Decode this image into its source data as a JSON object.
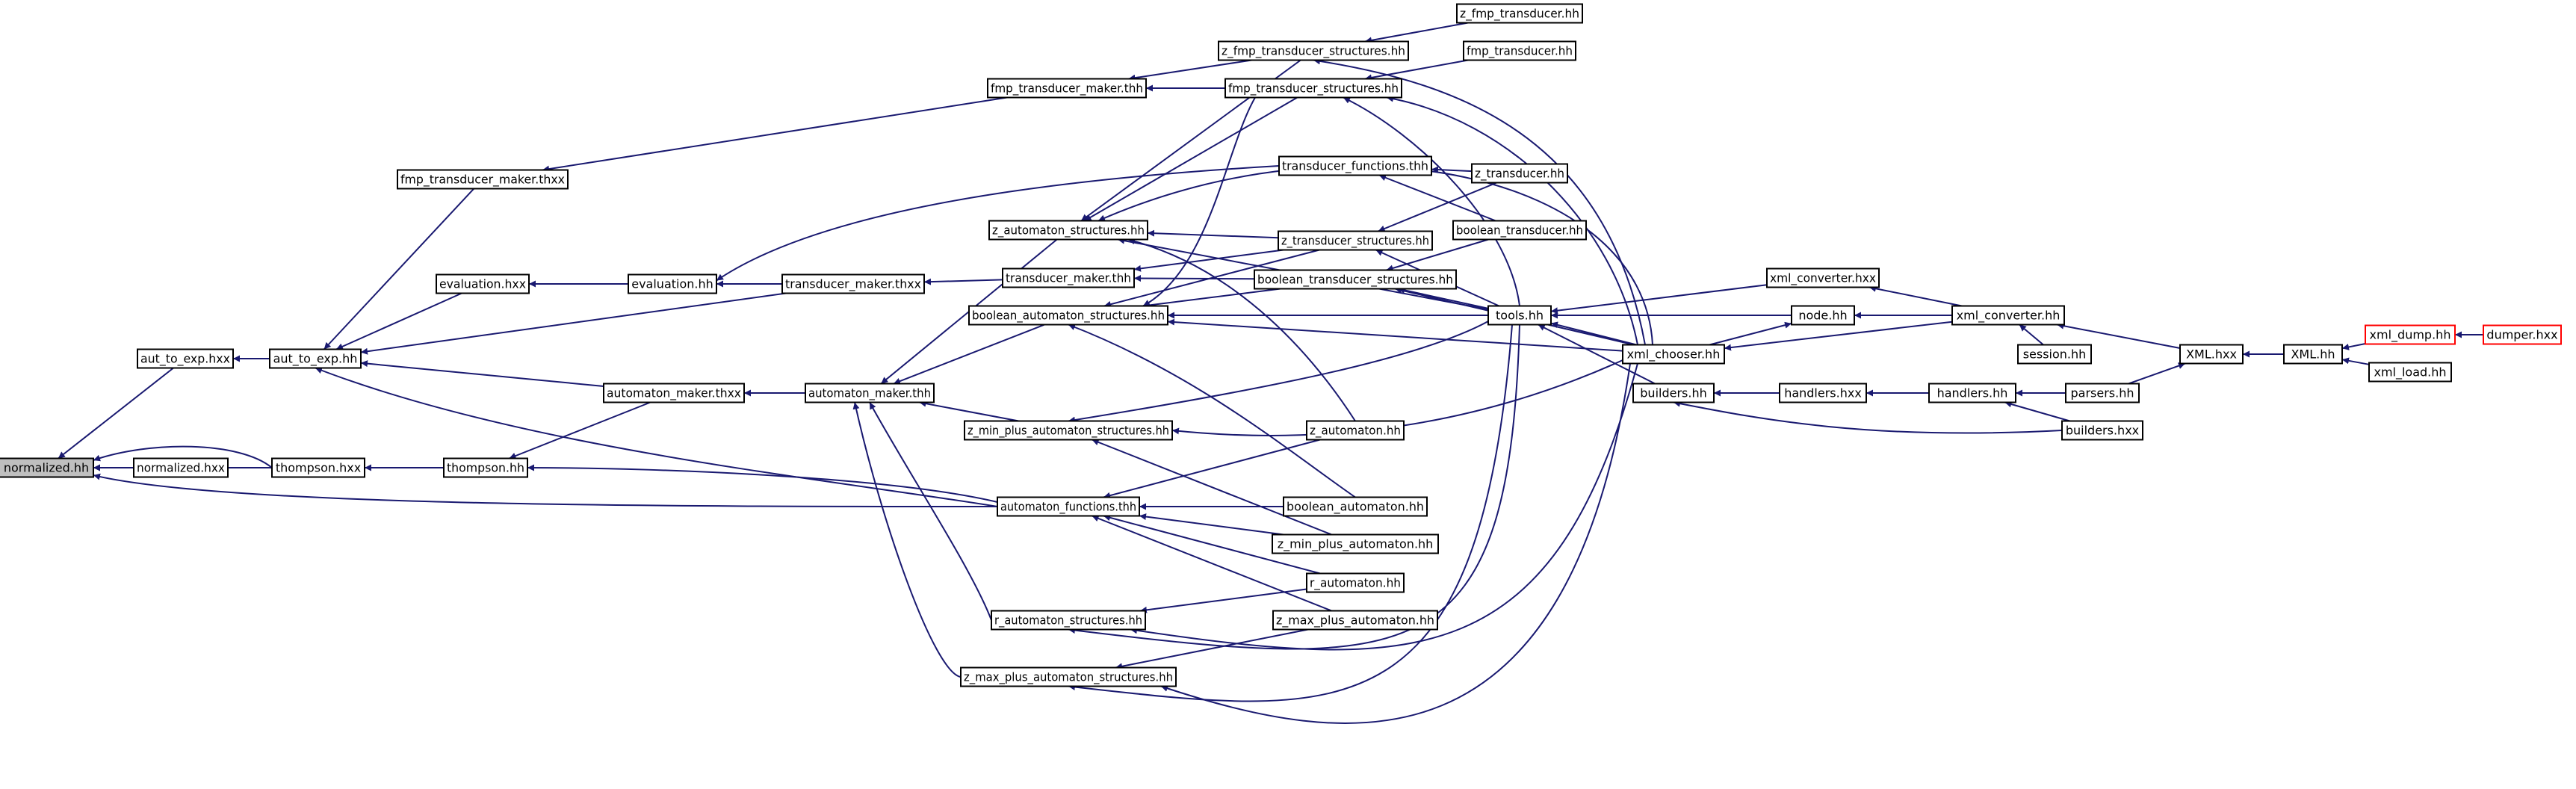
{
  "diagram": {
    "type": "include-dependency-graph",
    "colors": {
      "edge": "#191970",
      "node_border": "#000000",
      "current_node_fill": "#bfbfbf",
      "external_border": "#ff0000"
    },
    "nodes": [
      {
        "id": "normalized_hh",
        "label": "normalized.hh",
        "style": "current"
      },
      {
        "id": "normalized_hxx",
        "label": "normalized.hxx"
      },
      {
        "id": "aut_to_exp_hxx",
        "label": "aut_to_exp.hxx"
      },
      {
        "id": "aut_to_exp_hh",
        "label": "aut_to_exp.hh"
      },
      {
        "id": "thompson_hxx",
        "label": "thompson.hxx"
      },
      {
        "id": "thompson_hh",
        "label": "thompson.hh"
      },
      {
        "id": "fmp_transducer_maker_thxx",
        "label": "fmp_transducer_maker.thxx"
      },
      {
        "id": "evaluation_hxx",
        "label": "evaluation.hxx"
      },
      {
        "id": "evaluation_hh",
        "label": "evaluation.hh"
      },
      {
        "id": "transducer_maker_thxx",
        "label": "transducer_maker.thxx"
      },
      {
        "id": "automaton_maker_thxx",
        "label": "automaton_maker.thxx"
      },
      {
        "id": "automaton_maker_thh",
        "label": "automaton_maker.thh"
      },
      {
        "id": "fmp_transducer_maker_thh",
        "label": "fmp_transducer_maker.thh"
      },
      {
        "id": "z_fmp_transducer_structures_hh",
        "label": "z_fmp_transducer_structures.hh"
      },
      {
        "id": "fmp_transducer_structures_hh",
        "label": "fmp_transducer_structures.hh"
      },
      {
        "id": "z_fmp_transducer_hh",
        "label": "z_fmp_transducer.hh"
      },
      {
        "id": "fmp_transducer_hh",
        "label": "fmp_transducer.hh"
      },
      {
        "id": "transducer_functions_thh",
        "label": "transducer_functions.thh"
      },
      {
        "id": "z_transducer_hh",
        "label": "z_transducer.hh"
      },
      {
        "id": "z_automaton_structures_hh",
        "label": "z_automaton_structures.hh"
      },
      {
        "id": "boolean_transducer_hh",
        "label": "boolean_transducer.hh"
      },
      {
        "id": "z_transducer_structures_hh",
        "label": "z_transducer_structures.hh"
      },
      {
        "id": "transducer_maker_thh",
        "label": "transducer_maker.thh"
      },
      {
        "id": "boolean_transducer_structures_hh",
        "label": "boolean_transducer_structures.hh"
      },
      {
        "id": "boolean_automaton_structures_hh",
        "label": "boolean_automaton_structures.hh"
      },
      {
        "id": "tools_hh",
        "label": "tools.hh"
      },
      {
        "id": "xml_converter_hxx",
        "label": "xml_converter.hxx"
      },
      {
        "id": "node_hh",
        "label": "node.hh"
      },
      {
        "id": "xml_converter_hh",
        "label": "xml_converter.hh"
      },
      {
        "id": "xml_chooser_hh",
        "label": "xml_chooser.hh"
      },
      {
        "id": "session_hh",
        "label": "session.hh"
      },
      {
        "id": "XML_hxx",
        "label": "XML.hxx"
      },
      {
        "id": "XML_hh",
        "label": "XML.hh"
      },
      {
        "id": "xml_dump_hh",
        "label": "xml_dump.hh",
        "style": "external"
      },
      {
        "id": "dumper_hxx",
        "label": "dumper.hxx",
        "style": "external"
      },
      {
        "id": "xml_load_hh",
        "label": "xml_load.hh"
      },
      {
        "id": "builders_hh",
        "label": "builders.hh"
      },
      {
        "id": "handlers_hxx",
        "label": "handlers.hxx"
      },
      {
        "id": "handlers_hh",
        "label": "handlers.hh"
      },
      {
        "id": "parsers_hh",
        "label": "parsers.hh"
      },
      {
        "id": "builders_hxx",
        "label": "builders.hxx"
      },
      {
        "id": "z_min_plus_automaton_structures_hh",
        "label": "z_min_plus_automaton_structures.hh"
      },
      {
        "id": "z_automaton_hh",
        "label": "z_automaton.hh"
      },
      {
        "id": "automaton_functions_thh",
        "label": "automaton_functions.thh"
      },
      {
        "id": "boolean_automaton_hh",
        "label": "boolean_automaton.hh"
      },
      {
        "id": "z_min_plus_automaton_hh",
        "label": "z_min_plus_automaton.hh"
      },
      {
        "id": "r_automaton_hh",
        "label": "r_automaton.hh"
      },
      {
        "id": "r_automaton_structures_hh",
        "label": "r_automaton_structures.hh"
      },
      {
        "id": "z_max_plus_automaton_hh",
        "label": "z_max_plus_automaton.hh"
      },
      {
        "id": "z_max_plus_automaton_structures_hh",
        "label": "z_max_plus_automaton_structures.hh"
      }
    ],
    "edges": [
      [
        "aut_to_exp_hxx",
        "normalized_hh"
      ],
      [
        "normalized_hxx",
        "normalized_hh"
      ],
      [
        "thompson_hxx",
        "normalized_hh"
      ],
      [
        "thompson_hh",
        "normalized_hh"
      ],
      [
        "automaton_functions_thh",
        "normalized_hh"
      ],
      [
        "aut_to_exp_hh",
        "aut_to_exp_hxx"
      ],
      [
        "thompson_hh",
        "thompson_hxx"
      ],
      [
        "fmp_transducer_maker_thxx",
        "aut_to_exp_hh"
      ],
      [
        "evaluation_hxx",
        "aut_to_exp_hh"
      ],
      [
        "transducer_maker_thxx",
        "aut_to_exp_hh"
      ],
      [
        "automaton_maker_thxx",
        "aut_to_exp_hh"
      ],
      [
        "automaton_functions_thh",
        "aut_to_exp_hh"
      ],
      [
        "automaton_maker_thxx",
        "thompson_hh"
      ],
      [
        "automaton_functions_thh",
        "thompson_hh"
      ],
      [
        "fmp_transducer_maker_thh",
        "fmp_transducer_maker_thxx"
      ],
      [
        "evaluation_hh",
        "evaluation_hxx"
      ],
      [
        "transducer_maker_thxx",
        "evaluation_hh"
      ],
      [
        "transducer_functions_thh",
        "evaluation_hh"
      ],
      [
        "transducer_maker_thh",
        "transducer_maker_thxx"
      ],
      [
        "automaton_maker_thh",
        "automaton_maker_thxx"
      ],
      [
        "boolean_automaton_structures_hh",
        "automaton_maker_thh"
      ],
      [
        "z_automaton_structures_hh",
        "automaton_maker_thh"
      ],
      [
        "z_min_plus_automaton_structures_hh",
        "automaton_maker_thh"
      ],
      [
        "r_automaton_structures_hh",
        "automaton_maker_thh"
      ],
      [
        "z_max_plus_automaton_structures_hh",
        "automaton_maker_thh"
      ],
      [
        "z_fmp_transducer_structures_hh",
        "fmp_transducer_maker_thh"
      ],
      [
        "fmp_transducer_structures_hh",
        "fmp_transducer_maker_thh"
      ],
      [
        "z_fmp_transducer_hh",
        "z_fmp_transducer_structures_hh"
      ],
      [
        "xml_chooser_hh",
        "z_fmp_transducer_structures_hh"
      ],
      [
        "fmp_transducer_hh",
        "fmp_transducer_structures_hh"
      ],
      [
        "tools_hh",
        "fmp_transducer_structures_hh"
      ],
      [
        "xml_chooser_hh",
        "fmp_transducer_structures_hh"
      ],
      [
        "z_transducer_hh",
        "transducer_functions_thh"
      ],
      [
        "boolean_transducer_hh",
        "transducer_functions_thh"
      ],
      [
        "z_fmp_transducer_structures_hh",
        "z_automaton_structures_hh"
      ],
      [
        "fmp_transducer_structures_hh",
        "z_automaton_structures_hh"
      ],
      [
        "z_transducer_structures_hh",
        "z_automaton_structures_hh"
      ],
      [
        "z_automaton_hh",
        "z_automaton_structures_hh"
      ],
      [
        "tools_hh",
        "z_automaton_structures_hh"
      ],
      [
        "xml_chooser_hh",
        "z_automaton_structures_hh"
      ],
      [
        "z_transducer_structures_hh",
        "transducer_maker_thh"
      ],
      [
        "boolean_transducer_structures_hh",
        "transducer_maker_thh"
      ],
      [
        "z_transducer_hh",
        "z_transducer_structures_hh"
      ],
      [
        "tools_hh",
        "z_transducer_structures_hh"
      ],
      [
        "boolean_transducer_hh",
        "boolean_transducer_structures_hh"
      ],
      [
        "tools_hh",
        "boolean_transducer_structures_hh"
      ],
      [
        "xml_chooser_hh",
        "boolean_transducer_structures_hh"
      ],
      [
        "fmp_transducer_structures_hh",
        "boolean_automaton_structures_hh"
      ],
      [
        "z_transducer_structures_hh",
        "boolean_automaton_structures_hh"
      ],
      [
        "boolean_transducer_structures_hh",
        "boolean_automaton_structures_hh"
      ],
      [
        "tools_hh",
        "boolean_automaton_structures_hh"
      ],
      [
        "xml_chooser_hh",
        "boolean_automaton_structures_hh"
      ],
      [
        "boolean_automaton_hh",
        "boolean_automaton_structures_hh"
      ],
      [
        "xml_converter_hxx",
        "tools_hh"
      ],
      [
        "node_hh",
        "tools_hh"
      ],
      [
        "xml_chooser_hh",
        "tools_hh"
      ],
      [
        "builders_hh",
        "tools_hh"
      ],
      [
        "xml_converter_hh",
        "xml_converter_hxx"
      ],
      [
        "xml_converter_hh",
        "node_hh"
      ],
      [
        "xml_chooser_hh",
        "node_hh"
      ],
      [
        "xml_converter_hh",
        "xml_chooser_hh"
      ],
      [
        "session_hh",
        "xml_converter_hh"
      ],
      [
        "XML_hxx",
        "xml_converter_hh"
      ],
      [
        "XML_hh",
        "XML_hxx"
      ],
      [
        "parsers_hh",
        "XML_hxx"
      ],
      [
        "xml_dump_hh",
        "XML_hh"
      ],
      [
        "xml_load_hh",
        "XML_hh"
      ],
      [
        "dumper_hxx",
        "xml_dump_hh"
      ],
      [
        "handlers_hxx",
        "builders_hh"
      ],
      [
        "builders_hxx",
        "builders_hh"
      ],
      [
        "handlers_hh",
        "handlers_hxx"
      ],
      [
        "parsers_hh",
        "handlers_hh"
      ],
      [
        "builders_hxx",
        "handlers_hh"
      ],
      [
        "tools_hh",
        "z_min_plus_automaton_structures_hh"
      ],
      [
        "xml_chooser_hh",
        "z_min_plus_automaton_structures_hh"
      ],
      [
        "z_min_plus_automaton_hh",
        "z_min_plus_automaton_structures_hh"
      ],
      [
        "z_automaton_hh",
        "automaton_functions_thh"
      ],
      [
        "boolean_automaton_hh",
        "automaton_functions_thh"
      ],
      [
        "z_min_plus_automaton_hh",
        "automaton_functions_thh"
      ],
      [
        "r_automaton_hh",
        "automaton_functions_thh"
      ],
      [
        "z_max_plus_automaton_hh",
        "automaton_functions_thh"
      ],
      [
        "r_automaton_hh",
        "r_automaton_structures_hh"
      ],
      [
        "tools_hh",
        "r_automaton_structures_hh"
      ],
      [
        "xml_chooser_hh",
        "r_automaton_structures_hh"
      ],
      [
        "z_max_plus_automaton_hh",
        "z_max_plus_automaton_structures_hh"
      ],
      [
        "tools_hh",
        "z_max_plus_automaton_structures_hh"
      ],
      [
        "xml_chooser_hh",
        "z_max_plus_automaton_structures_hh"
      ]
    ]
  }
}
